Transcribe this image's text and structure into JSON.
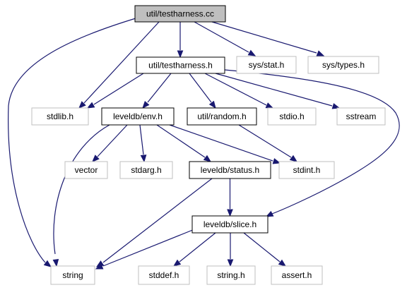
{
  "diagram": {
    "colors": {
      "edge": "#191970",
      "root_fill": "#bfbfbf",
      "project_border": "#000000",
      "system_border": "#bfbfbf"
    },
    "nodes": {
      "testharness_cc": {
        "label": "util/testharness.cc",
        "kind": "root"
      },
      "sys_stat": {
        "label": "sys/stat.h",
        "kind": "system"
      },
      "sys_types": {
        "label": "sys/types.h",
        "kind": "system"
      },
      "testharness_h": {
        "label": "util/testharness.h",
        "kind": "project"
      },
      "stdlib": {
        "label": "stdlib.h",
        "kind": "system"
      },
      "env": {
        "label": "leveldb/env.h",
        "kind": "project"
      },
      "random": {
        "label": "util/random.h",
        "kind": "project"
      },
      "stdio": {
        "label": "stdio.h",
        "kind": "system"
      },
      "sstream": {
        "label": "sstream",
        "kind": "system"
      },
      "vector": {
        "label": "vector",
        "kind": "system"
      },
      "stdarg": {
        "label": "stdarg.h",
        "kind": "system"
      },
      "status": {
        "label": "leveldb/status.h",
        "kind": "project"
      },
      "stdint": {
        "label": "stdint.h",
        "kind": "system"
      },
      "slice": {
        "label": "leveldb/slice.h",
        "kind": "project"
      },
      "string": {
        "label": "string",
        "kind": "system"
      },
      "stddef": {
        "label": "stddef.h",
        "kind": "system"
      },
      "string_h": {
        "label": "string.h",
        "kind": "system"
      },
      "assert": {
        "label": "assert.h",
        "kind": "system"
      }
    },
    "edges": [
      [
        "testharness_cc",
        "testharness_h"
      ],
      [
        "testharness_cc",
        "sys_stat"
      ],
      [
        "testharness_cc",
        "sys_types"
      ],
      [
        "testharness_cc",
        "stdlib"
      ],
      [
        "testharness_cc",
        "string"
      ],
      [
        "testharness_h",
        "stdlib"
      ],
      [
        "testharness_h",
        "env"
      ],
      [
        "testharness_h",
        "random"
      ],
      [
        "testharness_h",
        "stdio"
      ],
      [
        "testharness_h",
        "sstream"
      ],
      [
        "testharness_h",
        "slice"
      ],
      [
        "env",
        "vector"
      ],
      [
        "env",
        "stdarg"
      ],
      [
        "env",
        "status"
      ],
      [
        "env",
        "stdint"
      ],
      [
        "env",
        "string"
      ],
      [
        "random",
        "stdint"
      ],
      [
        "status",
        "slice"
      ],
      [
        "status",
        "string"
      ],
      [
        "slice",
        "string"
      ],
      [
        "slice",
        "stddef"
      ],
      [
        "slice",
        "string_h"
      ],
      [
        "slice",
        "assert"
      ]
    ]
  }
}
